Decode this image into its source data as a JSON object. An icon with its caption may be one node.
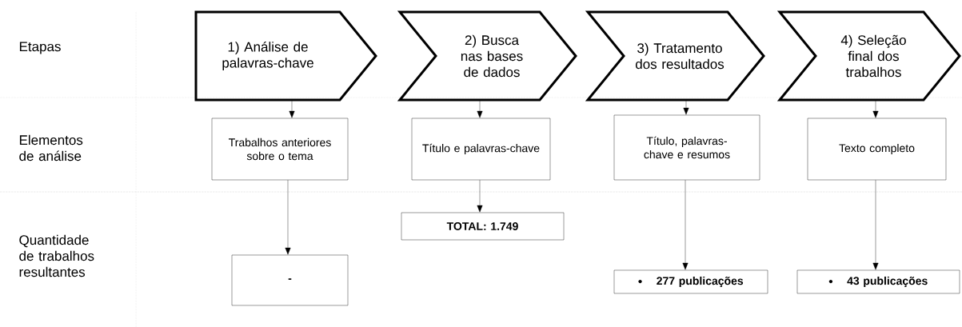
{
  "diagram": {
    "nodes": [
      {
        "text": [
          "1) Análise de palavras-chave"
        ]
      },
      {
        "text": [
          "2) Busca nas bases de dados"
        ]
      },
      {
        "text": [
          "3) Tratamento dos resultados"
        ]
      },
      {
        "text": [
          "4) Seleção final dos trabalhos"
        ]
      },
      {
        "text": [
          "Trabalhos anteriores sobre o tema"
        ]
      },
      {
        "text": [
          "Título e palavras-chave"
        ]
      },
      {
        "text": [
          "Título, palavras-chave e resumos"
        ]
      },
      {
        "text": [
          "Texto completo"
        ]
      },
      {
        "text": [
          "-"
        ]
      },
      {
        "text": [
          "TOTAL: 1.749"
        ]
      },
      {
        "text": [
          "277 publicações"
        ]
      },
      {
        "text": [
          "43 publicações"
        ]
      }
    ],
    "edges": [
      {
        "from": 0,
        "to": 4,
        "arrow": "to"
      },
      {
        "from": 1,
        "to": 5,
        "arrow": "to"
      },
      {
        "from": 2,
        "to": 6,
        "arrow": "to"
      },
      {
        "from": 3,
        "to": 7,
        "arrow": "to"
      },
      {
        "from": 4,
        "to": 8,
        "arrow": "to"
      },
      {
        "from": 5,
        "to": 9,
        "arrow": "to"
      },
      {
        "from": 6,
        "to": 10,
        "arrow": "to"
      },
      {
        "from": 7,
        "to": 11,
        "arrow": "to"
      }
    ],
    "labels": [
      "Etapas",
      "Elementos de análise",
      "Quantidade de trabalhos resultantes"
    ]
  }
}
